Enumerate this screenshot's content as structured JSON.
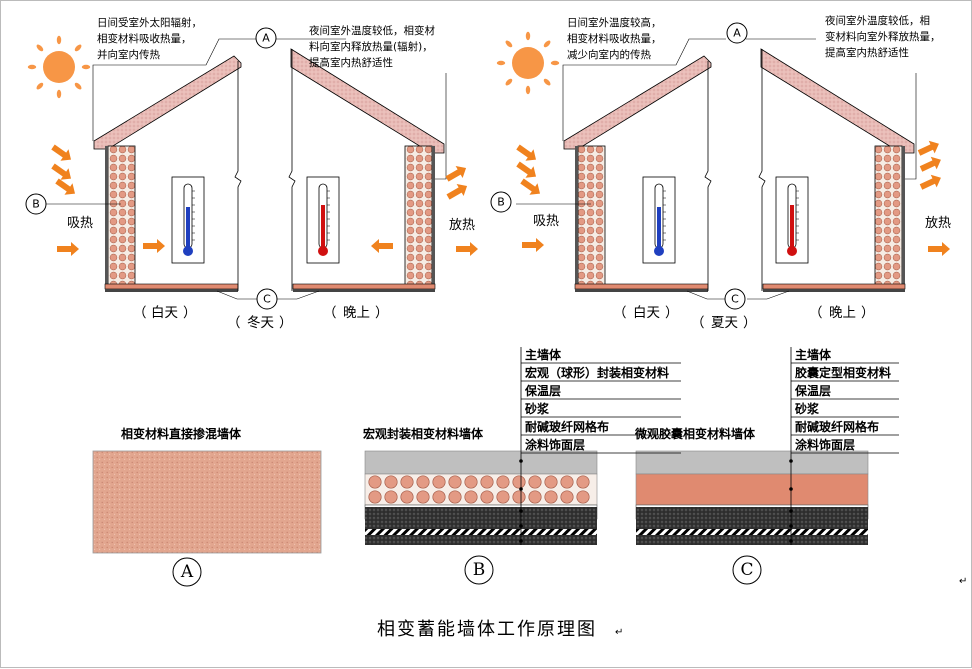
{
  "title": "相变蓄能墙体工作原理图",
  "winter": {
    "season": "冬天",
    "day": "白天",
    "night": "晚上",
    "absorb": "吸热",
    "release": "放热",
    "note_day": [
      "日间受室外太阳辐射，",
      "相变材料吸收热量，",
      "并向室内传热"
    ],
    "note_night": [
      "夜间室外温度较低，相变材",
      "料向室内释放热量(辐射)，",
      "提高室内热舒适性"
    ]
  },
  "summer": {
    "season": "夏天",
    "day": "白天",
    "night": "晚上",
    "absorb": "吸热",
    "release": "放热",
    "note_day": [
      "日间室外温度较高，",
      "相变材料吸收热量，",
      "减少向室内的传热"
    ],
    "note_night": [
      "夜间室外温度较低，相",
      "变材料向室外释放热量，",
      "提高室内热舒适性"
    ]
  },
  "markers": {
    "a": "A",
    "b": "B",
    "c": "C"
  },
  "walls": {
    "a_title": "相变材料直接掺混墙体",
    "b_title": "宏观封装相变材料墙体",
    "c_title": "微观胶囊相变材料墙体",
    "b_layers": [
      "主墙体",
      "宏观（球形）封装相变材料",
      "保温层",
      "砂浆",
      "耐碱玻纤网格布",
      "涂料饰面层"
    ],
    "c_layers": [
      "主墙体",
      "胶囊定型相变材料",
      "保温层",
      "砂浆",
      "耐碱玻纤网格布",
      "涂料饰面层"
    ]
  },
  "colors": {
    "sun": "#f79646",
    "arrow": "#f0821e",
    "roof": "#e6b9b8",
    "phase": "#e08a70",
    "cold": "#1f3fbf",
    "hot": "#d01010"
  }
}
